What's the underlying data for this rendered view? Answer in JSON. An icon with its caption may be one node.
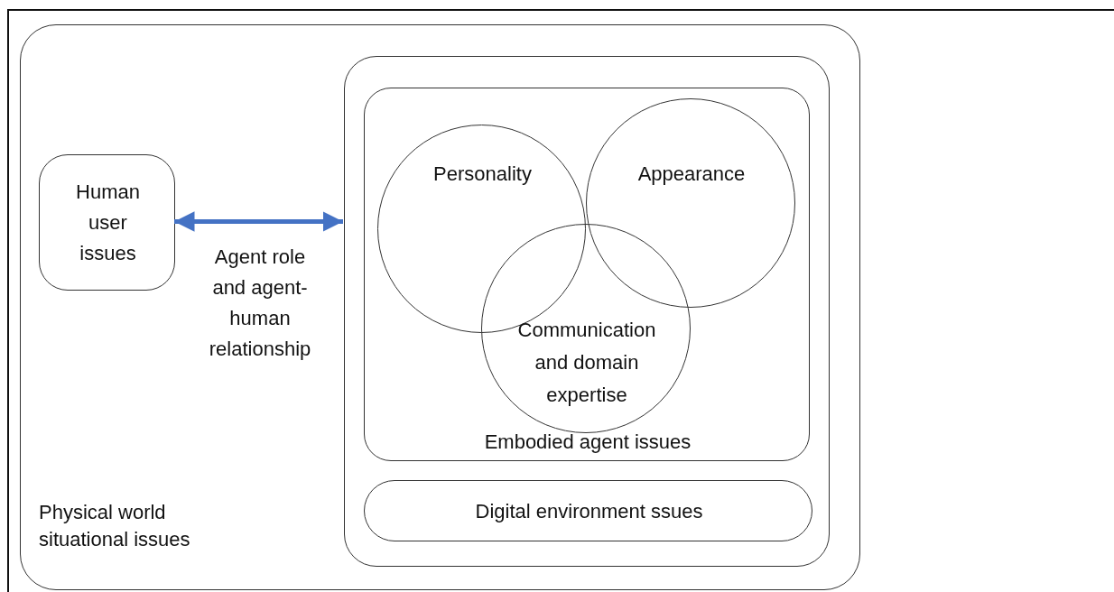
{
  "diagram": {
    "nodes": [
      {
        "text": [
          "Physical world situational issues"
        ]
      },
      {
        "text": [
          "Human user issues"
        ],
        "in": 0
      },
      {
        "text": [],
        "shape": "box",
        "in": 0
      },
      {
        "text": [
          "Embodied agent issues"
        ],
        "in": 2
      },
      {
        "text": [
          "Personality"
        ],
        "in": 3
      },
      {
        "text": [
          "Appearance"
        ],
        "in": 3
      },
      {
        "text": [
          "Communication and domain expertise"
        ],
        "in": 3
      },
      {
        "text": [
          "Digital environment ssues"
        ],
        "in": 2
      }
    ],
    "edges": [
      {
        "from": 1,
        "to": 2,
        "arrow": "both",
        "label": "Agent role and agent-human relationship",
        "color": "#4472c4"
      }
    ]
  }
}
